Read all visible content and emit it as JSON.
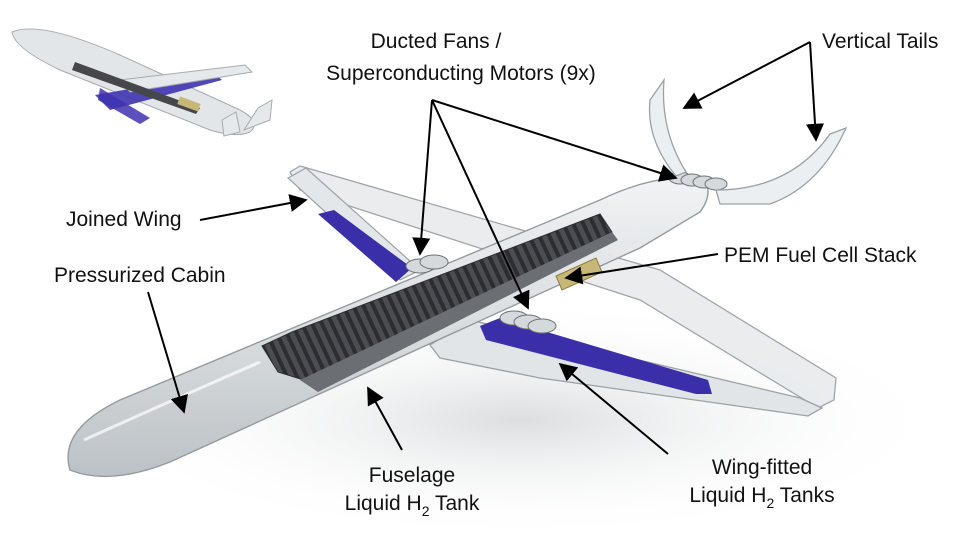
{
  "labels": {
    "ducted_fans_line1": "Ducted Fans /",
    "ducted_fans_line2": "Superconducting Motors (9x)",
    "vertical_tails": "Vertical Tails",
    "joined_wing": "Joined Wing",
    "pressurized_cabin": "Pressurized Cabin",
    "pem_fuel_cell": "PEM Fuel Cell Stack",
    "fuselage_tank_line1": "Fuselage",
    "fuselage_tank_line2_a": "Liquid H",
    "fuselage_tank_line2_sub": "2",
    "fuselage_tank_line2_b": " Tank",
    "wing_tanks_line1": "Wing-fitted",
    "wing_tanks_line2_a": "Liquid H",
    "wing_tanks_line2_sub": "2",
    "wing_tanks_line2_b": " Tanks"
  },
  "colors": {
    "hull": "#d9dde0",
    "hull_edge": "#8f979d",
    "tank_blue": "#3a2fa8",
    "stack_dark": "#3b3d40",
    "fuel_cell": "#c7b877",
    "arrow": "#000000"
  }
}
